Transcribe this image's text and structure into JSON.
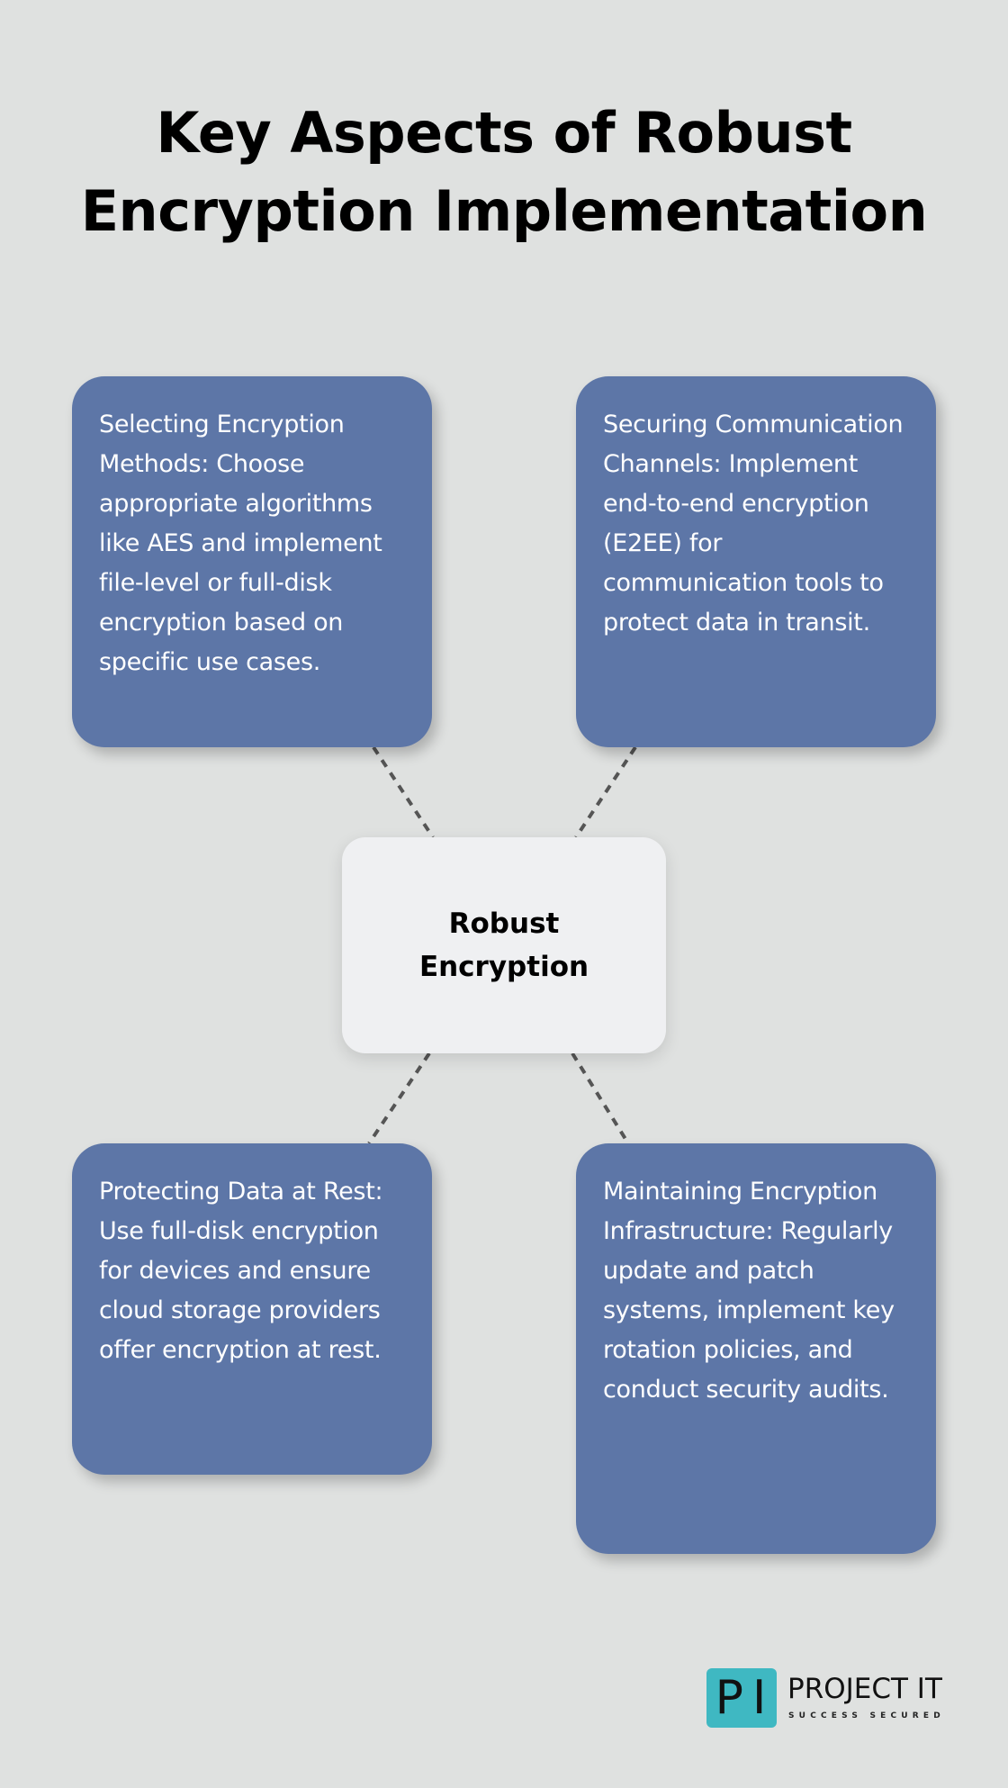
{
  "title": {
    "line1": "Key Aspects of Robust",
    "line2": "Encryption Implementation"
  },
  "center": {
    "label": "Robust Encryption"
  },
  "cards": [
    {
      "position": "top-left",
      "text": "Selecting Encryption Methods: Choose appropriate algorithms like AES and implement file-level or full-disk encryption based on specific use cases."
    },
    {
      "position": "top-right",
      "text": "Securing Communication Channels: Implement end-to-end encryption (E2EE) for communication tools to protect data in transit."
    },
    {
      "position": "bottom-left",
      "text": "Protecting Data at Rest: Use full-disk encryption for devices and ensure cloud storage providers offer encryption at rest."
    },
    {
      "position": "bottom-right",
      "text": "Maintaining Encryption Infrastructure: Regularly update and patch systems, implement key rotation policies, and conduct security audits."
    }
  ],
  "logo": {
    "mark": "PI",
    "name": "PROJECT IT",
    "tagline": "SUCCESS SECURED"
  },
  "colors": {
    "background": "#dfe1e0",
    "card": "#5d76a7",
    "center": "#eff0f2",
    "connector": "#555555",
    "logo_accent": "#3fb8c2"
  }
}
